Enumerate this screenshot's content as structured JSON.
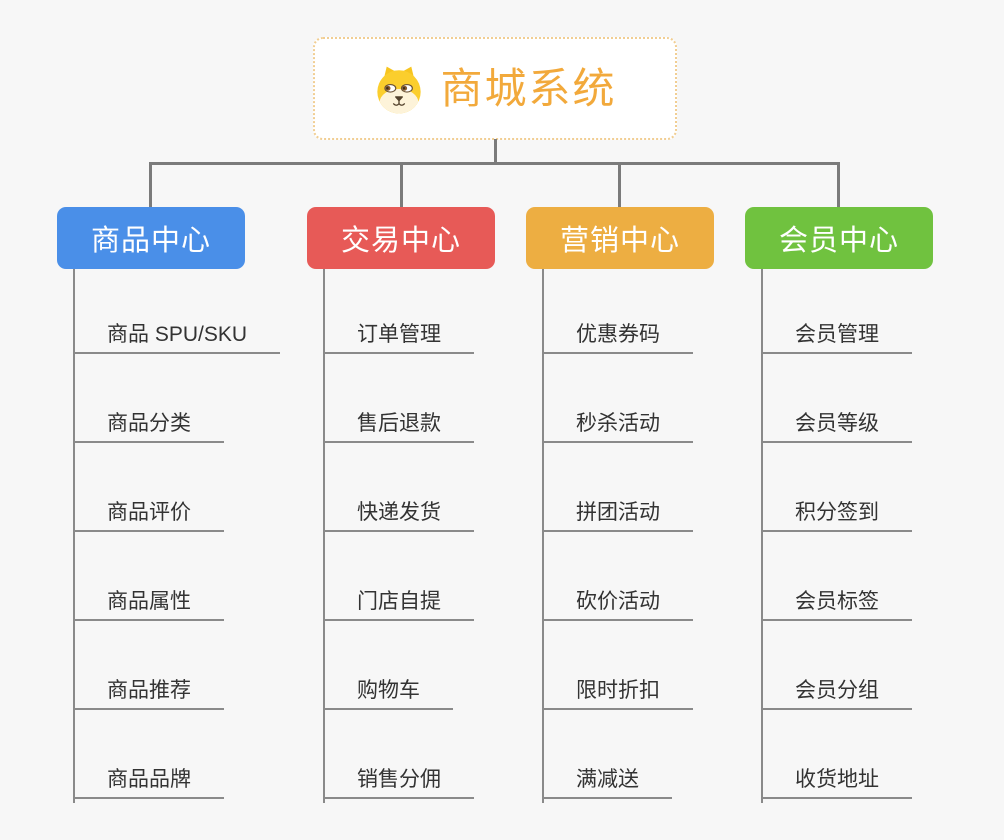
{
  "root": {
    "title": "商城系统",
    "icon": "dog-face-icon",
    "text_color": "#F2A93B",
    "border_color": "#F1CE93",
    "background": "#FFFFFF"
  },
  "branches": [
    {
      "label": "商品中心",
      "color": "#4A8FE8",
      "items": [
        "商品 SPU/SKU",
        "商品分类",
        "商品评价",
        "商品属性",
        "商品推荐",
        "商品品牌"
      ]
    },
    {
      "label": "交易中心",
      "color": "#E75A57",
      "items": [
        "订单管理",
        "售后退款",
        "快递发货",
        "门店自提",
        "购物车",
        "销售分佣"
      ]
    },
    {
      "label": "营销中心",
      "color": "#EDAE42",
      "items": [
        "优惠券码",
        "秒杀活动",
        "拼团活动",
        "砍价活动",
        "限时折扣",
        "满减送"
      ]
    },
    {
      "label": "会员中心",
      "color": "#70C23F",
      "items": [
        "会员管理",
        "会员等级",
        "积分签到",
        "会员标签",
        "会员分组",
        "收货地址"
      ]
    }
  ],
  "colors": {
    "page-bg": "#F7F7F7",
    "connector": "#7B7B7B",
    "item-line": "#8A8A8A",
    "item-text": "#333333"
  }
}
